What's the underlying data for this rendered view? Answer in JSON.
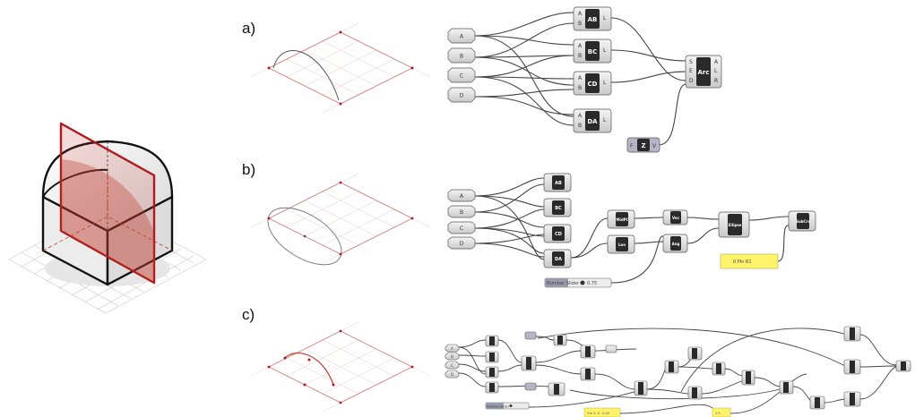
{
  "rows": [
    {
      "label": "a)",
      "inputs": [
        "A",
        "B",
        "C",
        "D"
      ],
      "line_nodes": [
        "AB",
        "BC",
        "CD",
        "DA"
      ],
      "arc_node": {
        "title": "Arc",
        "in_ports": [
          "S",
          "E",
          "D"
        ],
        "out_ports": [
          "A",
          "L",
          "R"
        ]
      },
      "z_node": {
        "title": "Z",
        "in": "F",
        "out": "V"
      }
    },
    {
      "label": "b)",
      "inputs": [
        "A",
        "B",
        "C",
        "D"
      ],
      "line_nodes": [
        "AB",
        "BC",
        "CD",
        "DA"
      ],
      "chain_nodes": [
        "MidPt",
        "Len",
        "Vec",
        "Ang",
        "Ellipse",
        "SubCrv"
      ],
      "slider": {
        "name": "Number Slider",
        "value": "0.75"
      },
      "panel": {
        "text": "0  Pln  R1"
      }
    },
    {
      "label": "c)",
      "inputs": [
        "A",
        "B",
        "C",
        "D"
      ],
      "slider_name": "Number Slider",
      "panels": [
        "Crv 1: 0 - 0.43",
        "1.5"
      ]
    }
  ]
}
